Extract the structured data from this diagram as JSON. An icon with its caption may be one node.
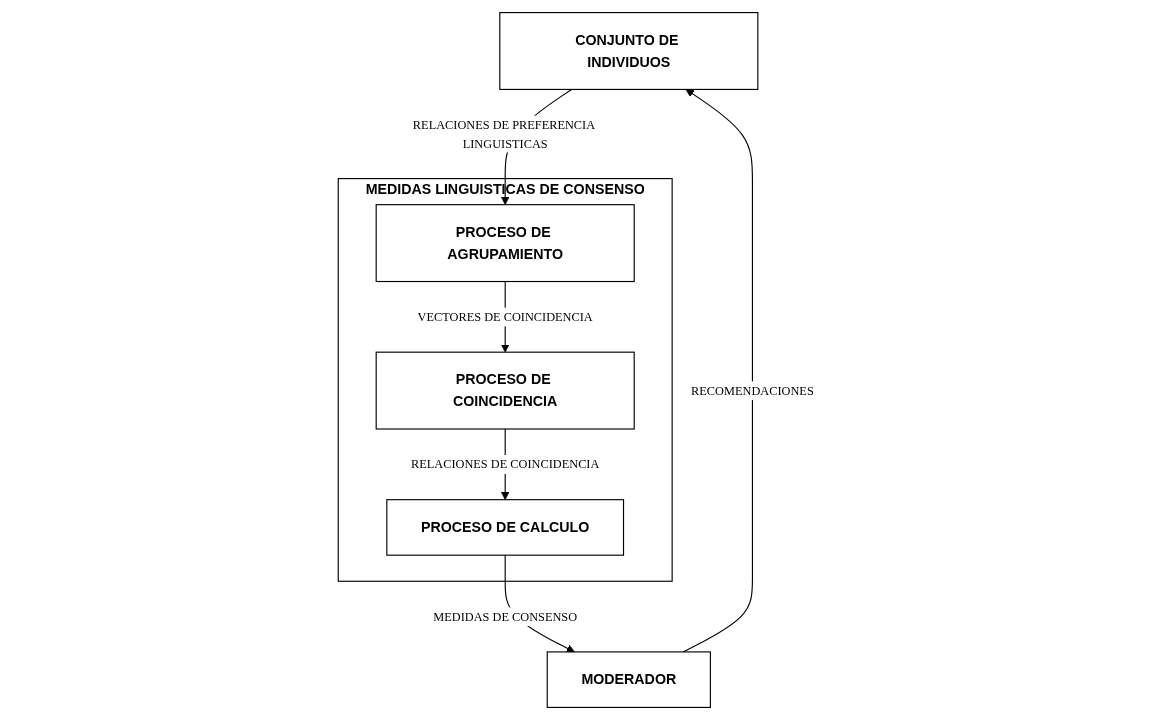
{
  "diagram": {
    "nodes": [
      {
        "text": [
          "CONJUNTO DE INDIVIDUOS"
        ]
      },
      {
        "text": [
          "MODERADOR"
        ]
      },
      {
        "text": [
          "MEDIDAS LINGUISTICAS DE CONSENSO"
        ]
      },
      {
        "text": [
          "PROCESO DE AGRUPAMIENTO"
        ],
        "in": 2
      },
      {
        "text": [
          "PROCESO DE COINCIDENCIA"
        ],
        "in": 2
      },
      {
        "text": [
          "PROCESO DE CALCULO"
        ],
        "in": 2
      }
    ],
    "edges": [
      {
        "from": 1,
        "to": 0,
        "arrow": "to",
        "label": "RECOMENDACIONES"
      },
      {
        "from": 0,
        "to": 3,
        "arrow": "to",
        "label": "RELACIONES DE PREFERENCIA LINGUISTICAS"
      },
      {
        "from": 3,
        "to": 4,
        "arrow": "to",
        "label": "VECTORES DE COINCIDENCIA"
      },
      {
        "from": 4,
        "to": 5,
        "arrow": "to",
        "label": "RELACIONES DE COINCIDENCIA"
      },
      {
        "from": 5,
        "to": 1,
        "arrow": "to",
        "label": "MEDIDAS DE CONSENSO"
      }
    ]
  }
}
